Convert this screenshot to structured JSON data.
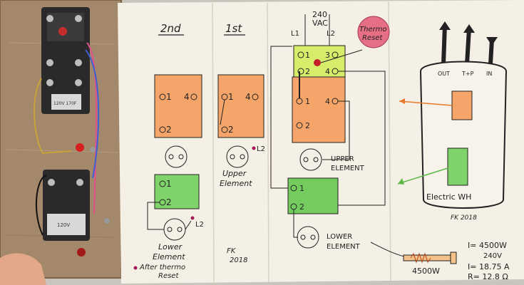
{
  "board": {
    "top_thermostat_label": "120V 170F",
    "bottom_thermostat_label": "120V"
  },
  "panel_2nd": {
    "heading": "2nd",
    "upper_terminals": [
      "1",
      "4"
    ],
    "upper_bottom_terminal": "2",
    "lower_terminals": [
      "1",
      "2"
    ],
    "l2_label": "L2",
    "element_label_1": "Lower",
    "element_label_2": "Element",
    "note_1": "After thermo",
    "note_2": "Reset"
  },
  "panel_1st": {
    "heading": "1st",
    "upper_terminals": [
      "1",
      "4"
    ],
    "upper_bottom_terminal": "2",
    "l2_label": "L2",
    "element_label_1": "Upper",
    "element_label_2": "Element",
    "signature_1": "FK",
    "signature_2": "2018"
  },
  "panel_main": {
    "voltage_1": "240",
    "voltage_2": "VAC",
    "l1": "L1",
    "l2": "L2",
    "reset_terminals": [
      "1",
      "3",
      "2",
      "4"
    ],
    "thermo_reset_1": "Thermo",
    "thermo_reset_2": "Reset",
    "upper_terminals": [
      "1",
      "4"
    ],
    "upper_bottom_terminal": "2",
    "upper_element_1": "UPPER",
    "upper_element_2": "ELEMENT",
    "lower_terminals": [
      "1",
      "2"
    ],
    "lower_element_1": "LOWER",
    "lower_element_2": "ELEMENT"
  },
  "panel_heater": {
    "ports": [
      "OUT",
      "T+P",
      "IN"
    ],
    "heater_label": "Electric WH",
    "signature": "FK 2018",
    "rating": "4500W",
    "calc_line_1": "I= 4500W",
    "calc_line_2": "240V",
    "calc_line_3": "I= 18.75 A",
    "calc_line_4": "R= 12.8 Ω"
  },
  "colors": {
    "board": "#a58a6e",
    "paper": "#f4f0e6",
    "orange": "#f5a46a",
    "green": "#7fd36a",
    "yellow_green": "#d4ec6a",
    "pink_reset": "#e8738a",
    "ink": "#222222"
  }
}
